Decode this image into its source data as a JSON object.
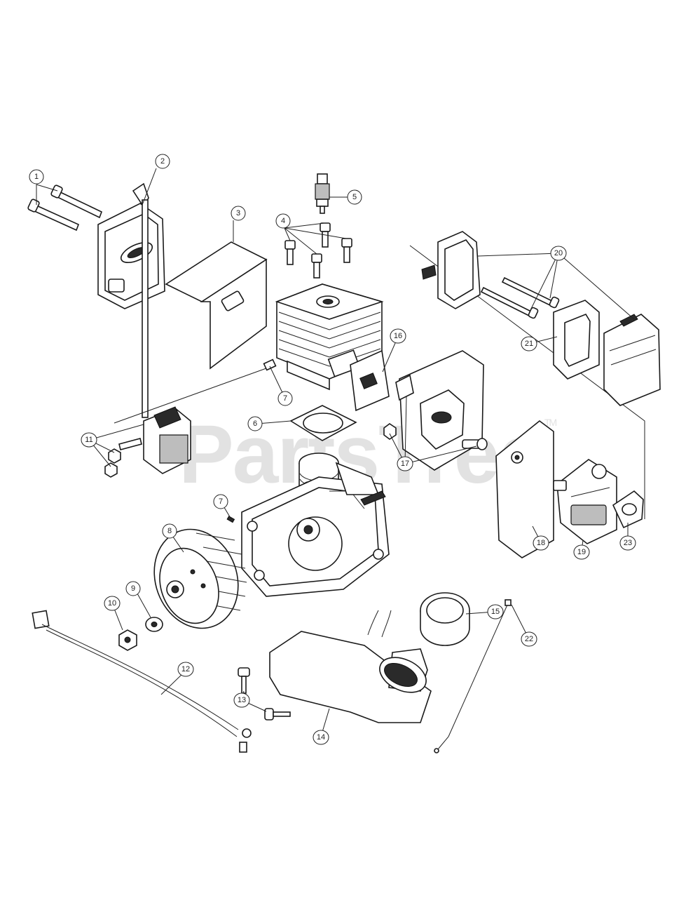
{
  "watermark": {
    "text": "PartsTree",
    "mark": "TM"
  },
  "callouts": [
    "1",
    "2",
    "3",
    "4",
    "5",
    "6",
    "7",
    "7",
    "8",
    "9",
    "10",
    "11",
    "12",
    "13",
    "14",
    "15",
    "16",
    "17",
    "18",
    "19",
    "20",
    "21",
    "22",
    "23"
  ]
}
